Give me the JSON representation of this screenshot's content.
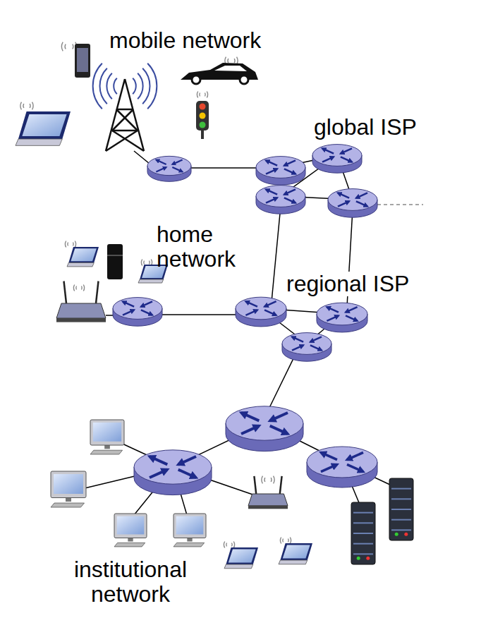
{
  "diagram": {
    "nodes": [
      {
        "text": [
          "mobile network"
        ]
      },
      {
        "text": [
          "global ISP"
        ]
      },
      {
        "text": [
          "home network"
        ]
      },
      {
        "text": [
          "regional ISP"
        ]
      },
      {
        "text": [
          "institutional network"
        ]
      }
    ],
    "edges": [
      {
        "from": 0,
        "to": 1,
        "arrow": "none"
      },
      {
        "from": 1,
        "to": 3,
        "arrow": "none"
      },
      {
        "from": 1,
        "to": 3,
        "arrow": "none"
      },
      {
        "from": 2,
        "to": 3,
        "arrow": "none"
      },
      {
        "from": 3,
        "to": 4,
        "arrow": "none"
      }
    ]
  }
}
